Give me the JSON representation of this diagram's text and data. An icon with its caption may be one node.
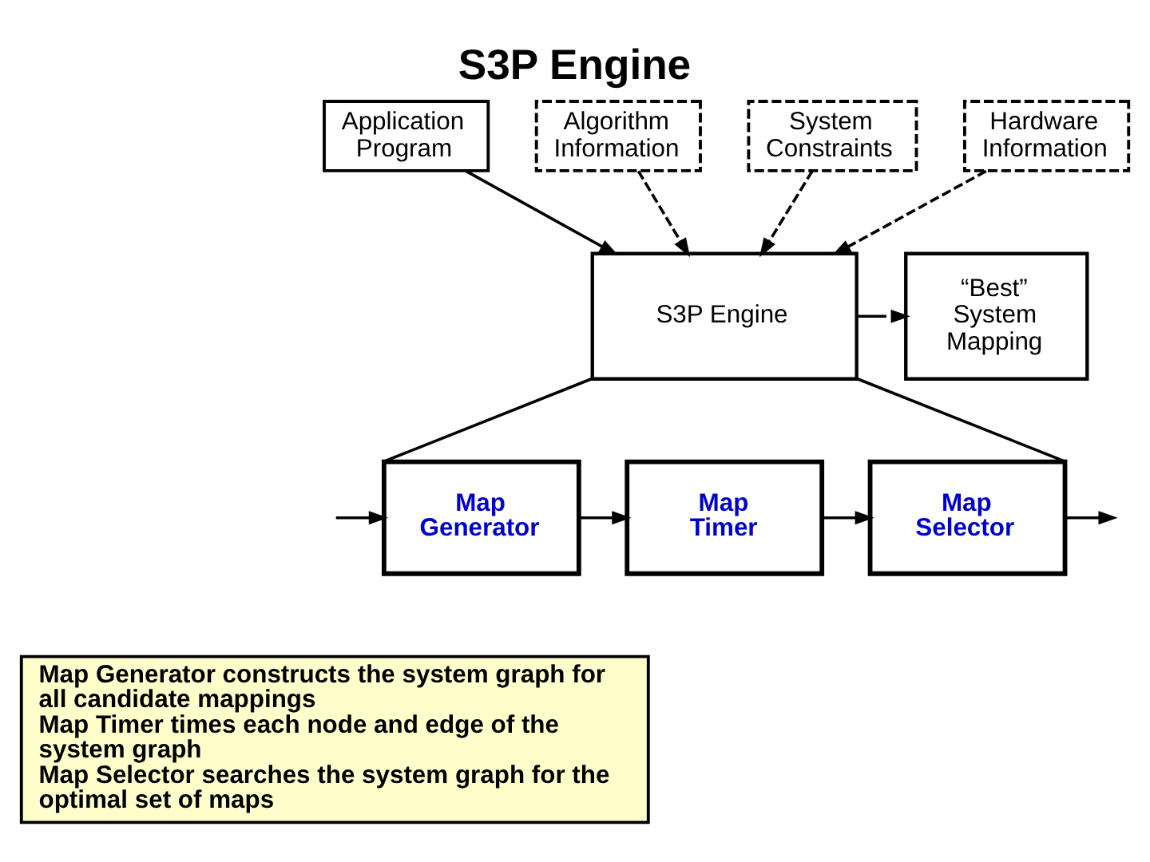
{
  "diagram": {
    "title": "S3P Engine",
    "nodes": [
      {
        "text": [
          "Application Program"
        ]
      },
      {
        "text": [
          "Algorithm Information"
        ]
      },
      {
        "text": [
          "System Constraints"
        ]
      },
      {
        "text": [
          "Hardware Information"
        ]
      },
      {
        "text": [
          "S3P Engine"
        ]
      },
      {
        "text": [
          "“Best” System Mapping"
        ]
      },
      {
        "text": [
          "Map Generator"
        ]
      },
      {
        "text": [
          "Map Timer"
        ]
      },
      {
        "text": [
          "Map Selector"
        ]
      },
      {
        "text": [
          "Map Generator constructs the system graph for all candidate mappings",
          "Map Timer times each node and edge of the system graph",
          "Map Selector searches the system graph for the optimal set of maps"
        ]
      }
    ],
    "edges": [
      {
        "from": 0,
        "to": 4,
        "arrow": "to"
      },
      {
        "from": 1,
        "to": 4,
        "arrow": "to",
        "style": "dashed"
      },
      {
        "from": 2,
        "to": 4,
        "arrow": "to",
        "style": "dashed"
      },
      {
        "from": 3,
        "to": 4,
        "arrow": "to",
        "style": "dashed"
      },
      {
        "from": 4,
        "to": 5,
        "arrow": "to"
      },
      {
        "from": 4,
        "to": 6,
        "arrow": "none"
      },
      {
        "from": 4,
        "to": 8,
        "arrow": "none"
      },
      {
        "from": null,
        "to": 6,
        "arrow": "to"
      },
      {
        "from": 6,
        "to": 7,
        "arrow": "to"
      },
      {
        "from": 7,
        "to": 8,
        "arrow": "to"
      },
      {
        "from": 8,
        "to": null,
        "arrow": "to"
      }
    ]
  }
}
